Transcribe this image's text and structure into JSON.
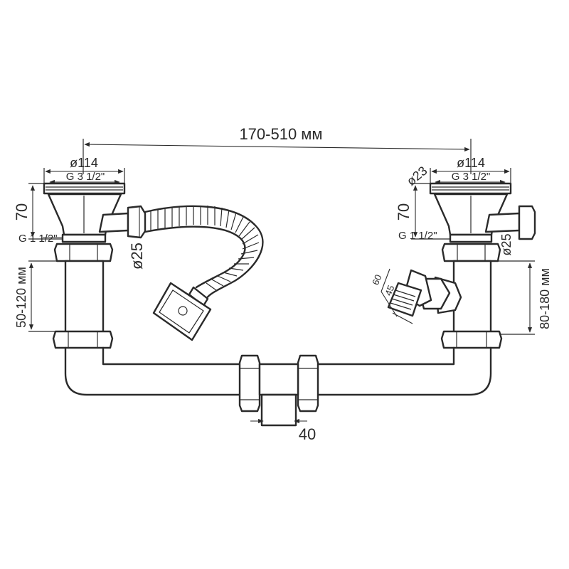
{
  "labels": {
    "top_width": "170-510 мм",
    "left_diameter": "ø114",
    "left_thread_top": "G 3 1/2\"",
    "left_height": "70",
    "left_thread_bottom": "G 1 1/2\"",
    "left_range": "50-120 мм",
    "left_hose_diameter": "ø25",
    "right_diameter": "ø114",
    "right_overflow_diameter": "ø23",
    "right_thread_top": "G 3 1/2\"",
    "right_height": "70",
    "right_thread_bottom": "G 1 1/2\"",
    "right_hose_diameter": "ø25",
    "right_range": "80-180 мм",
    "outlet_60": "60",
    "outlet_45": "45",
    "bottom_outlet": "40"
  }
}
